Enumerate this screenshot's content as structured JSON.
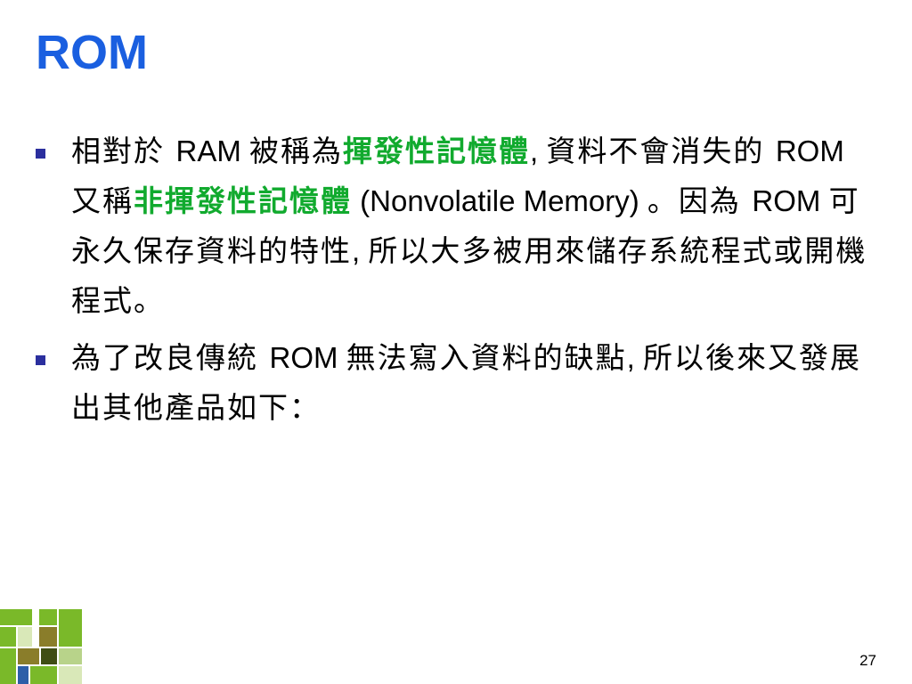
{
  "slide": {
    "title": "ROM",
    "page_number": "27"
  },
  "bullets": [
    {
      "segments": [
        {
          "text": "相對於 ",
          "style": "cjk"
        },
        {
          "text": "RAM ",
          "style": "latin"
        },
        {
          "text": "被稱為",
          "style": "cjk"
        },
        {
          "text": "揮發性記憶體",
          "style": "highlight"
        },
        {
          "text": ", ",
          "style": "latin"
        },
        {
          "text": "資料不會消失的 ",
          "style": "cjk"
        },
        {
          "text": "ROM ",
          "style": "latin"
        },
        {
          "text": "又稱",
          "style": "cjk"
        },
        {
          "text": "非揮發性記憶體",
          "style": "highlight"
        },
        {
          "text": " (Nonvolatile Memory) ",
          "style": "latin"
        },
        {
          "text": "。因為 ",
          "style": "cjk"
        },
        {
          "text": "ROM ",
          "style": "latin"
        },
        {
          "text": "可永久保存資料的特性",
          "style": "cjk"
        },
        {
          "text": ", ",
          "style": "latin"
        },
        {
          "text": "所以大多被用來儲存系統程式或開機程式。",
          "style": "cjk"
        }
      ]
    },
    {
      "segments": [
        {
          "text": "為了改良傳統 ",
          "style": "cjk"
        },
        {
          "text": "ROM ",
          "style": "latin"
        },
        {
          "text": "無法寫入資料的缺點",
          "style": "cjk"
        },
        {
          "text": ", ",
          "style": "latin"
        },
        {
          "text": "所以後來又發展出其他產品如下：",
          "style": "cjk"
        }
      ]
    }
  ],
  "colors": {
    "title": "#1a5fe0",
    "highlight": "#11aa2e",
    "bullet_marker": "#2b2f9e",
    "logo_green": "#7ab929",
    "logo_olive": "#8a7d2a",
    "logo_dark": "#3f4d14",
    "logo_blue": "#2d5ea8"
  },
  "icons": {
    "bullet": "square-bullet-icon",
    "logo": "mosaic-logo-icon"
  }
}
